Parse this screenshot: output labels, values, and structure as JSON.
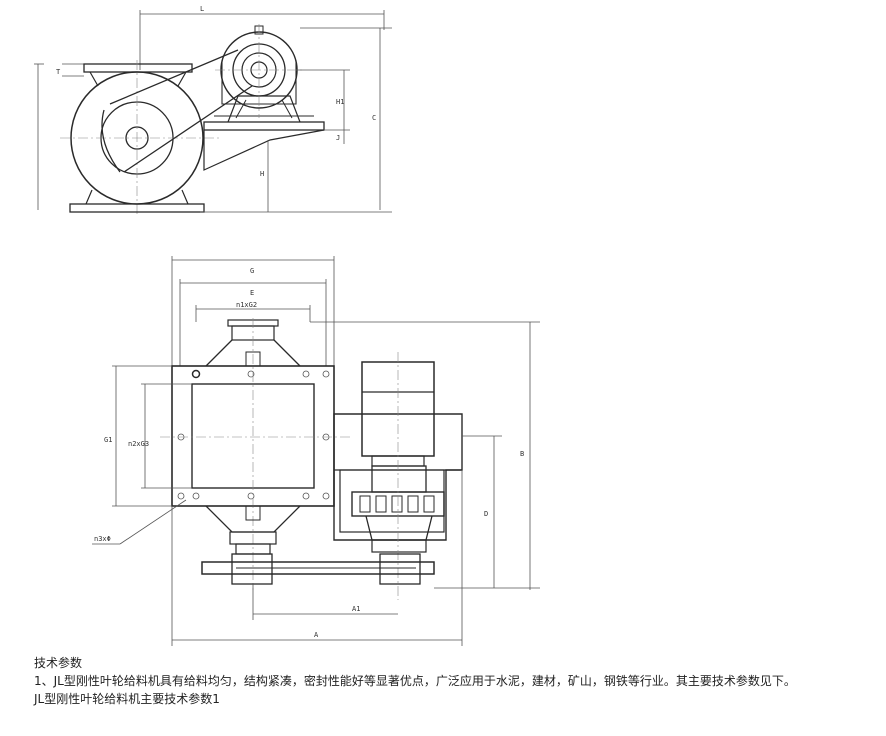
{
  "drawing_top": {
    "dimensions": {
      "top_width": "L",
      "offset_left": "T",
      "height_h1": "H1",
      "height_total": "C",
      "height_lower": "H",
      "small_offset": "J"
    }
  },
  "drawing_bottom": {
    "dimensions": {
      "width_g": "G",
      "width_e": "E",
      "flange_holes_top": "n1xG2",
      "flange_g1": "G1",
      "flange_holes_side": "n2xG3",
      "hole_callout": "n3xΦ",
      "height_b": "B",
      "height_d": "D",
      "length_a1": "A1",
      "length_a": "A"
    }
  },
  "text": {
    "heading": "技术参数",
    "paragraph": "1、JL型刚性叶轮给料机具有给料均匀，结构紧凑，密封性能好等显著优点，广泛应用于水泥，建材，矿山，钢铁等行业。其主要技术参数见下。",
    "table_caption": "JL型刚性叶轮给料机主要技术参数1"
  }
}
